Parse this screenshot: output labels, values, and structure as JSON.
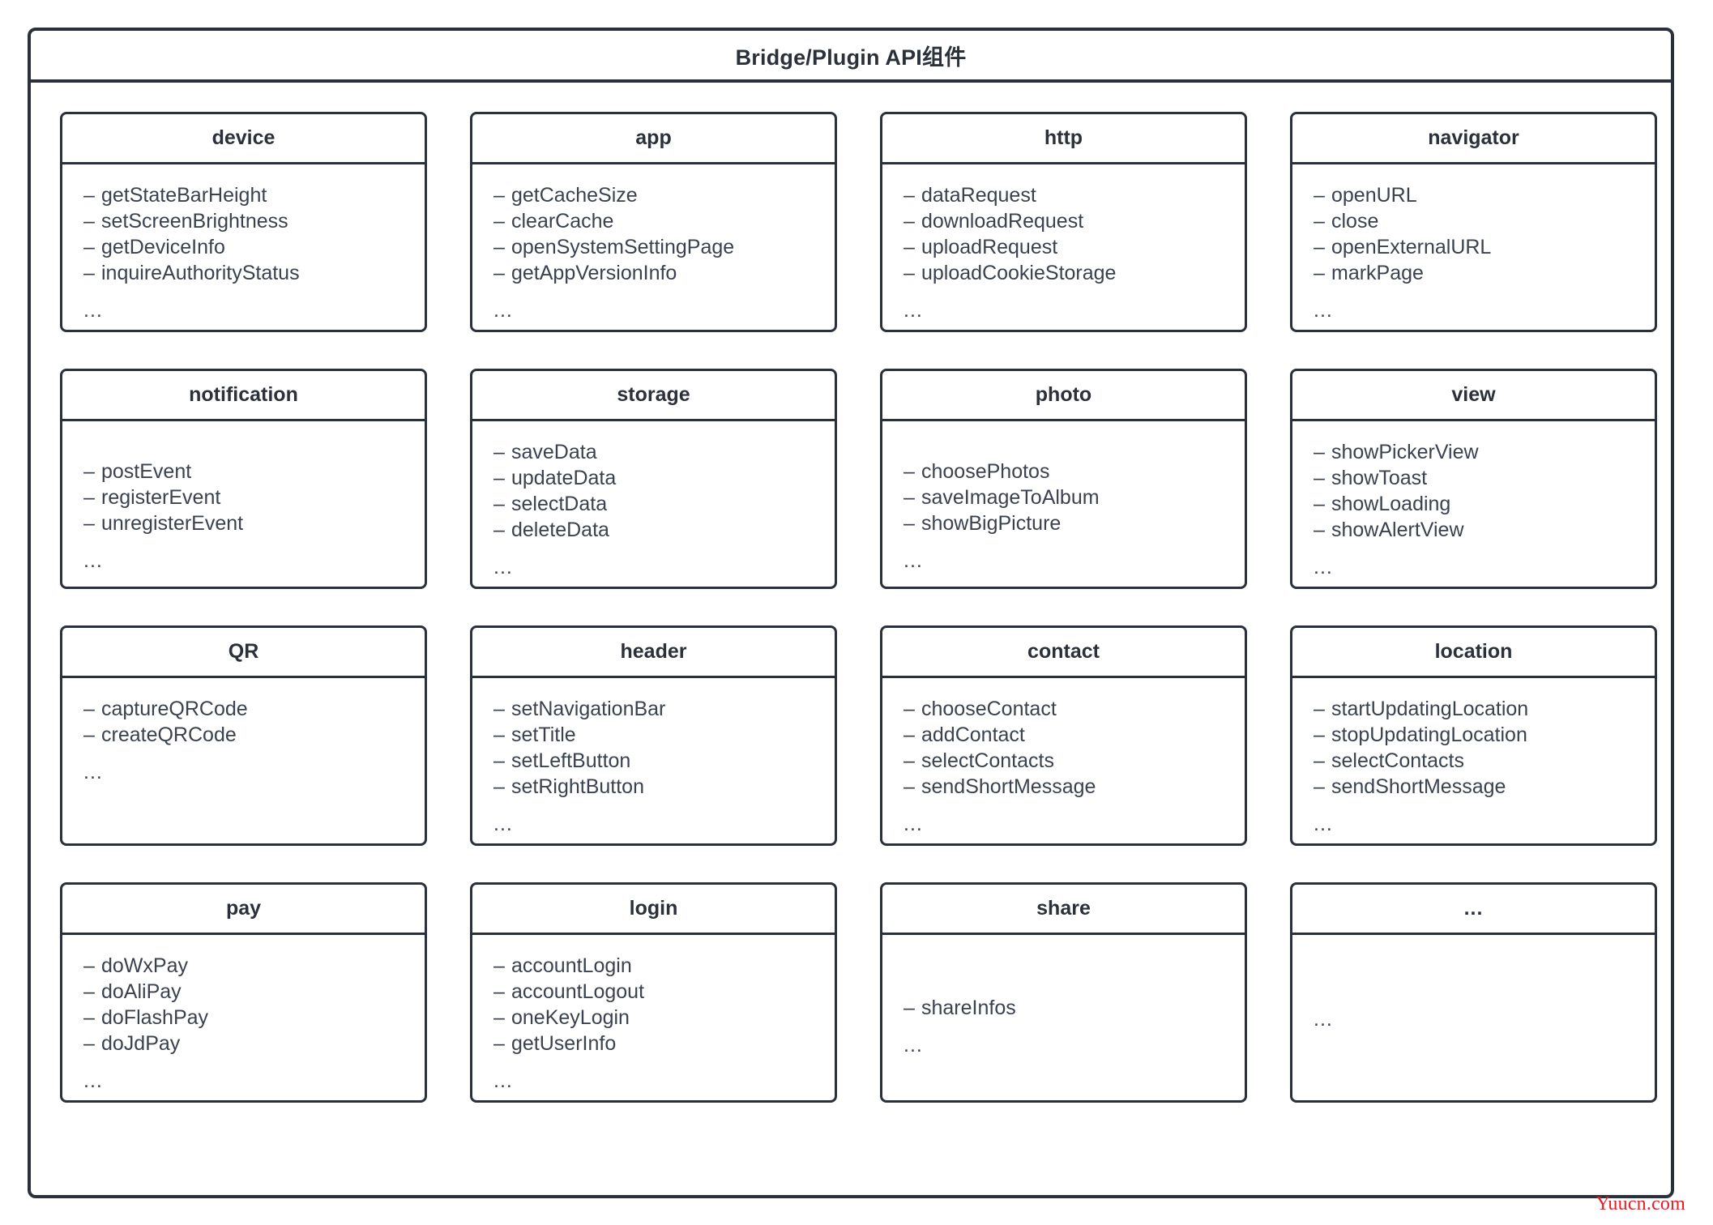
{
  "diagram": {
    "title": "Bridge/Plugin API组件",
    "watermark": "Yuucn.com",
    "ellipsis": "...",
    "dash": "–",
    "colors": {
      "border": "#2b313b",
      "text": "#3a4250",
      "title": "#2b313b",
      "watermark": "#ee1b24",
      "background": "#ffffff"
    },
    "boxes": [
      {
        "name": "device",
        "methods": [
          "getStateBarHeight",
          "setScreenBrightness",
          "getDeviceInfo",
          "inquireAuthorityStatus"
        ],
        "has_more": true
      },
      {
        "name": "app",
        "methods": [
          "getCacheSize",
          "clearCache",
          "openSystemSettingPage",
          "getAppVersionInfo"
        ],
        "has_more": true
      },
      {
        "name": "http",
        "methods": [
          "dataRequest",
          "downloadRequest",
          "uploadRequest",
          "uploadCookieStorage"
        ],
        "has_more": true
      },
      {
        "name": "navigator",
        "methods": [
          "openURL",
          "close",
          "openExternalURL",
          "markPage"
        ],
        "has_more": true
      },
      {
        "name": "notification",
        "methods": [
          "postEvent",
          "registerEvent",
          "unregisterEvent"
        ],
        "has_more": true
      },
      {
        "name": "storage",
        "methods": [
          "saveData",
          "updateData",
          "selectData",
          "deleteData"
        ],
        "has_more": true
      },
      {
        "name": "photo",
        "methods": [
          "choosePhotos",
          "saveImageToAlbum",
          "showBigPicture"
        ],
        "has_more": true
      },
      {
        "name": "view",
        "methods": [
          "showPickerView",
          "showToast",
          "showLoading",
          "showAlertView"
        ],
        "has_more": true
      },
      {
        "name": "QR",
        "methods": [
          "captureQRCode",
          "createQRCode"
        ],
        "has_more": true
      },
      {
        "name": "header",
        "methods": [
          "setNavigationBar",
          "setTitle",
          "setLeftButton",
          "setRightButton"
        ],
        "has_more": true
      },
      {
        "name": "contact",
        "methods": [
          "chooseContact",
          "addContact",
          "selectContacts",
          "sendShortMessage"
        ],
        "has_more": true
      },
      {
        "name": "location",
        "methods": [
          "startUpdatingLocation",
          "stopUpdatingLocation",
          "selectContacts",
          "sendShortMessage"
        ],
        "has_more": true
      },
      {
        "name": "pay",
        "methods": [
          "doWxPay",
          "doAliPay",
          "doFlashPay",
          "doJdPay"
        ],
        "has_more": true
      },
      {
        "name": "login",
        "methods": [
          "accountLogin",
          "accountLogout",
          "oneKeyLogin",
          "getUserInfo"
        ],
        "has_more": true
      },
      {
        "name": "share",
        "methods": [
          "shareInfos"
        ],
        "has_more": true
      },
      {
        "name": "...",
        "methods": [],
        "has_more": true
      }
    ]
  }
}
